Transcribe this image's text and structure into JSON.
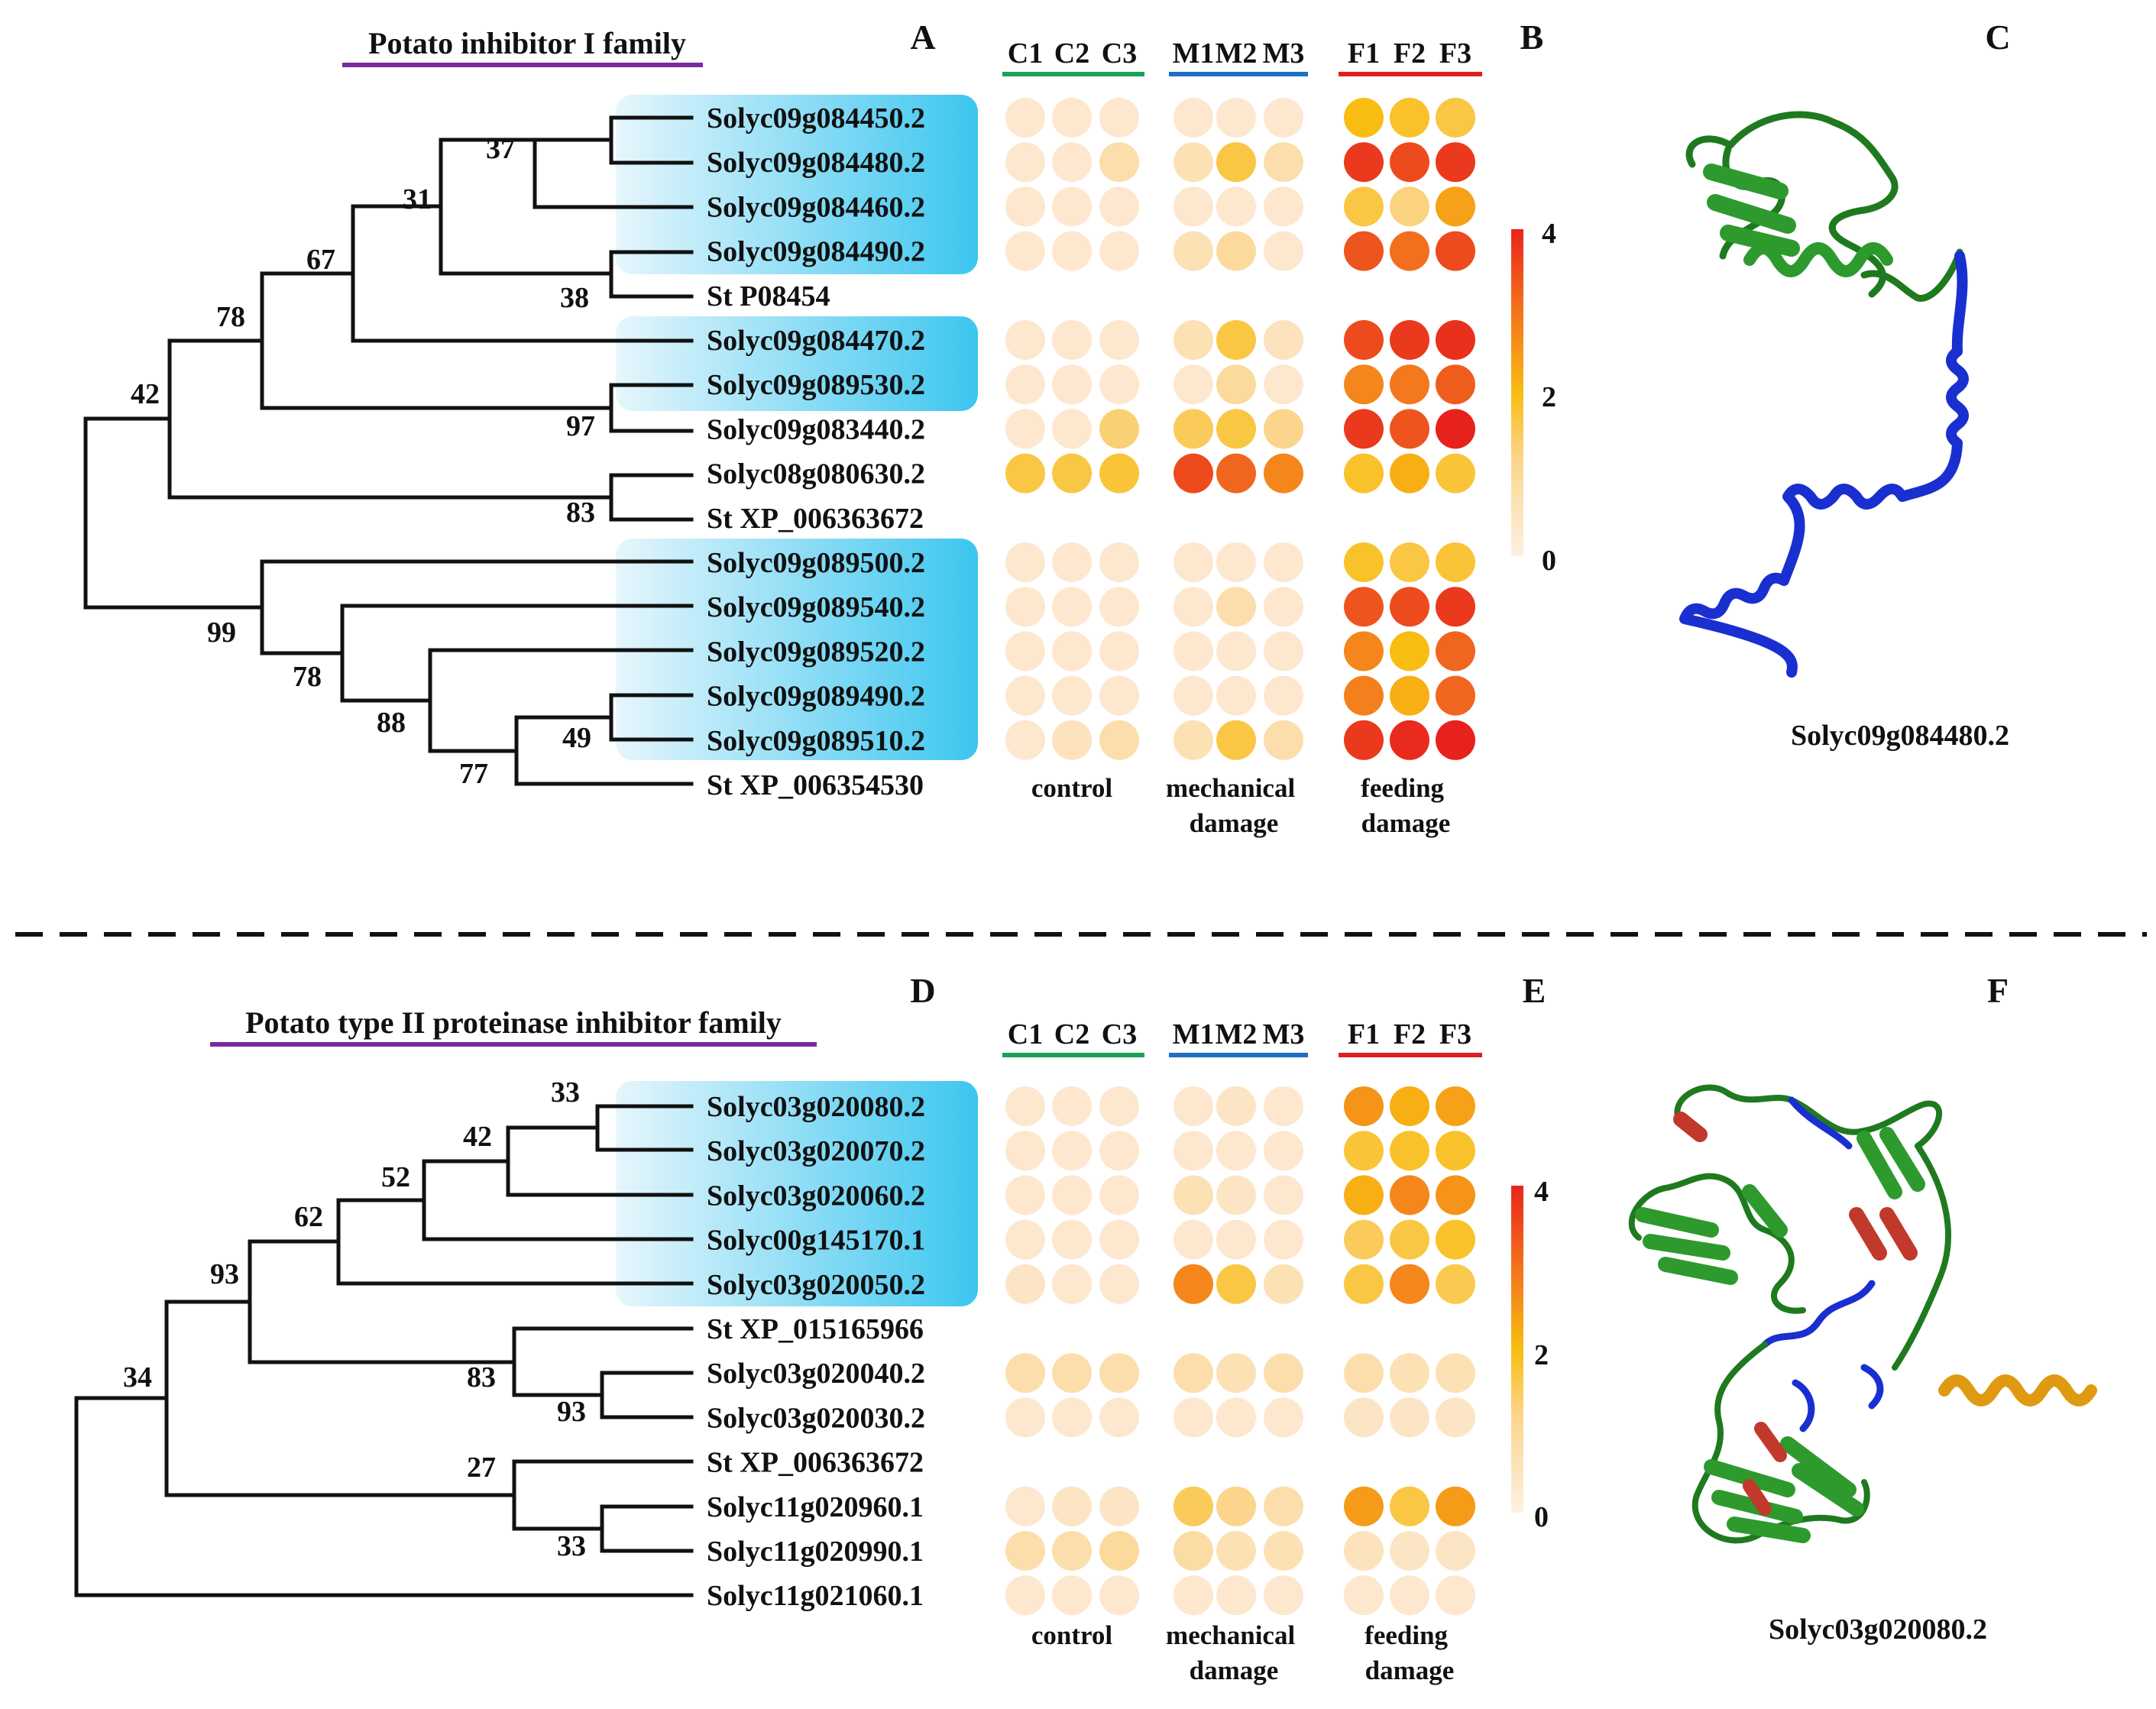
{
  "topPanel": {
    "familyTitle": "Potato inhibitor I family",
    "treeLetter": "A",
    "heatmapLetter": "B",
    "structureLetter": "C",
    "structureCaption": "Solyc09g084480.2",
    "colorbar": {
      "max": "4",
      "mid": "2",
      "min": "0"
    },
    "rows": [
      {
        "label": "Solyc09g084450.2",
        "values": [
          0.2,
          0.2,
          0.2,
          0.2,
          0.2,
          0.2,
          2.0,
          1.8,
          1.6
        ]
      },
      {
        "label": "Solyc09g084480.2",
        "values": [
          0.2,
          0.2,
          0.6,
          0.5,
          1.6,
          0.6,
          3.7,
          3.5,
          3.7
        ]
      },
      {
        "label": "Solyc09g084460.2",
        "values": [
          0.2,
          0.2,
          0.2,
          0.2,
          0.2,
          0.2,
          1.6,
          1.1,
          2.4
        ]
      },
      {
        "label": "Solyc09g084490.2",
        "values": [
          0.2,
          0.2,
          0.2,
          0.5,
          0.8,
          0.2,
          3.4,
          3.1,
          3.5
        ]
      },
      {
        "label": "St P08454",
        "values": null
      },
      {
        "label": "Solyc09g084470.2",
        "values": [
          0.2,
          0.2,
          0.2,
          0.5,
          1.6,
          0.4,
          3.5,
          3.7,
          3.8
        ]
      },
      {
        "label": "Solyc09g089530.2",
        "values": [
          0.2,
          0.2,
          0.2,
          0.2,
          0.8,
          0.2,
          2.8,
          3.0,
          3.3
        ]
      },
      {
        "label": "Solyc09g083440.2",
        "values": [
          0.2,
          0.2,
          1.2,
          1.4,
          1.6,
          1.0,
          3.7,
          3.4,
          3.95
        ]
      },
      {
        "label": "Solyc08g080630.2",
        "values": [
          1.6,
          1.6,
          1.7,
          3.5,
          3.2,
          2.8,
          1.8,
          2.2,
          1.7
        ]
      },
      {
        "label": "St XP_006363672",
        "values": null
      },
      {
        "label": "Solyc09g089500.2",
        "values": [
          0.2,
          0.2,
          0.2,
          0.2,
          0.2,
          0.2,
          1.8,
          1.6,
          1.7
        ]
      },
      {
        "label": "Solyc09g089540.2",
        "values": [
          0.2,
          0.2,
          0.2,
          0.2,
          0.6,
          0.2,
          3.4,
          3.5,
          3.7
        ]
      },
      {
        "label": "Solyc09g089520.2",
        "values": [
          0.2,
          0.2,
          0.2,
          0.2,
          0.2,
          0.2,
          2.8,
          2.0,
          3.2
        ]
      },
      {
        "label": "Solyc09g089490.2",
        "values": [
          0.2,
          0.2,
          0.2,
          0.2,
          0.2,
          0.2,
          2.9,
          2.2,
          3.2
        ]
      },
      {
        "label": "Solyc09g089510.2",
        "values": [
          0.2,
          0.4,
          0.6,
          0.5,
          1.6,
          0.6,
          3.7,
          3.85,
          3.95
        ]
      },
      {
        "label": "St XP_006354530",
        "values": null
      }
    ],
    "bootstraps": [
      "37",
      "31",
      "67",
      "38",
      "78",
      "42",
      "97",
      "83",
      "99",
      "78",
      "88",
      "49",
      "77"
    ]
  },
  "bottomPanel": {
    "familyTitle": "Potato type II proteinase inhibitor family",
    "treeLetter": "D",
    "heatmapLetter": "E",
    "structureLetter": "F",
    "structureCaption": "Solyc03g020080.2",
    "colorbar": {
      "max": "4",
      "mid": "2",
      "min": "0"
    },
    "rows": [
      {
        "label": "Solyc03g020080.2",
        "values": [
          0.2,
          0.2,
          0.2,
          0.2,
          0.3,
          0.2,
          2.6,
          2.2,
          2.4
        ]
      },
      {
        "label": "Solyc03g020070.2",
        "values": [
          0.2,
          0.2,
          0.2,
          0.2,
          0.2,
          0.2,
          1.7,
          1.8,
          1.8
        ]
      },
      {
        "label": "Solyc03g020060.2",
        "values": [
          0.2,
          0.2,
          0.2,
          0.5,
          0.3,
          0.2,
          2.2,
          2.8,
          2.6
        ]
      },
      {
        "label": "Solyc00g145170.1",
        "values": [
          0.2,
          0.2,
          0.2,
          0.2,
          0.2,
          0.2,
          1.4,
          1.6,
          1.8
        ]
      },
      {
        "label": "Solyc03g020050.2",
        "values": [
          0.3,
          0.2,
          0.2,
          2.8,
          1.6,
          0.5,
          1.6,
          2.8,
          1.5
        ]
      },
      {
        "label": "St XP_015165966",
        "values": null
      },
      {
        "label": "Solyc03g020040.2",
        "values": [
          0.6,
          0.6,
          0.6,
          0.6,
          0.5,
          0.6,
          0.6,
          0.5,
          0.5
        ]
      },
      {
        "label": "Solyc03g020030.2",
        "values": [
          0.2,
          0.2,
          0.2,
          0.2,
          0.2,
          0.2,
          0.3,
          0.3,
          0.3
        ]
      },
      {
        "label": "St XP_006363672",
        "values": null
      },
      {
        "label": "Solyc11g020960.1",
        "values": [
          0.2,
          0.3,
          0.3,
          1.4,
          1.0,
          0.6,
          2.5,
          1.6,
          2.5
        ]
      },
      {
        "label": "Solyc11g020990.1",
        "values": [
          0.6,
          0.6,
          0.8,
          0.7,
          0.5,
          0.5,
          0.4,
          0.3,
          0.3
        ]
      },
      {
        "label": "Solyc11g021060.1",
        "values": [
          0.2,
          0.2,
          0.2,
          0.2,
          0.2,
          0.2,
          0.2,
          0.2,
          0.2
        ]
      }
    ],
    "bootstraps": [
      "33",
      "42",
      "52",
      "62",
      "93",
      "34",
      "83",
      "93",
      "27",
      "33"
    ]
  },
  "sampleColumns": [
    "C1",
    "C2",
    "C3",
    "M1",
    "M2",
    "M3",
    "F1",
    "F2",
    "F3"
  ],
  "groups": [
    {
      "label": "control",
      "color": "#1aa15a"
    },
    {
      "label": "mechanical damage",
      "color": "#1e6fc4"
    },
    {
      "label": "feeding damage",
      "color": "#e02020"
    }
  ]
}
